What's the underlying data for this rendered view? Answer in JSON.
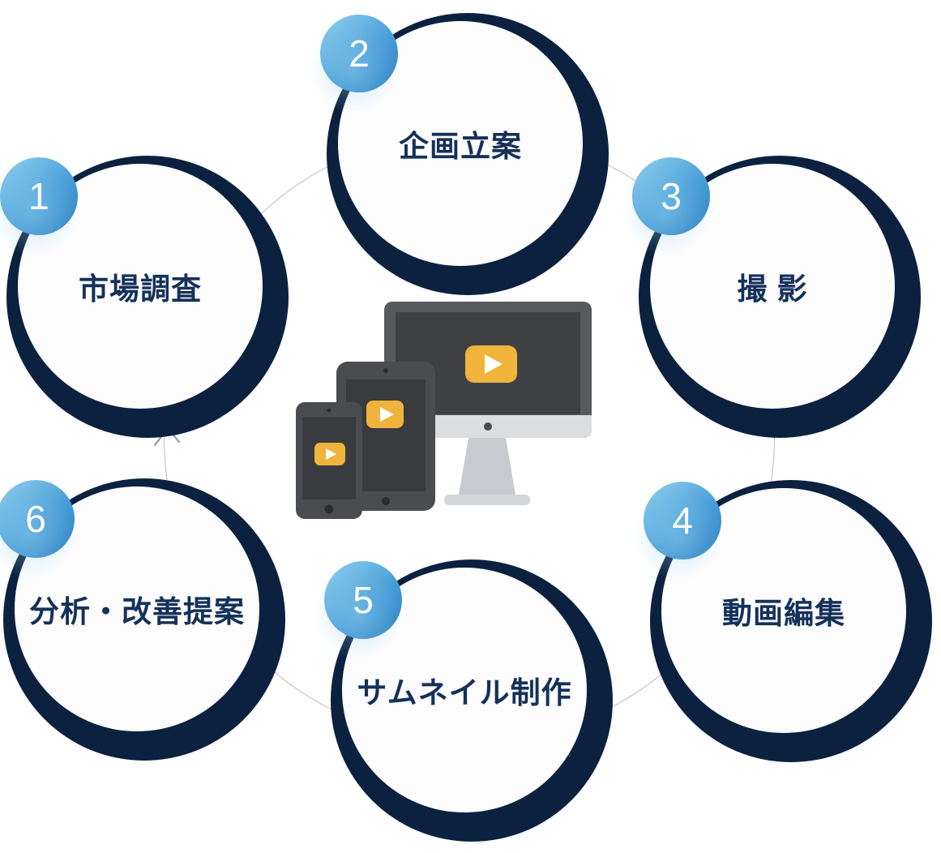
{
  "cycle": {
    "steps": [
      {
        "number": "1",
        "label": "市場調査"
      },
      {
        "number": "2",
        "label": "企画立案"
      },
      {
        "number": "3",
        "label": "撮 影"
      },
      {
        "number": "4",
        "label": "動画編集"
      },
      {
        "number": "5",
        "label": "サムネイル制作"
      },
      {
        "number": "6",
        "label": "分析・改善提案"
      }
    ],
    "flow_direction": "clockwise"
  },
  "center": {
    "devices": [
      "monitor",
      "tablet",
      "smartphone"
    ],
    "icon_on_screens": "video-play-button"
  },
  "colors": {
    "circle_navy": "#0c2140",
    "circle_fill": "#fdfdfe",
    "label_text": "#14315a",
    "badge_blue_light": "#93d2f0",
    "badge_blue_dark": "#2a7dbf",
    "badge_number": "#ffffff",
    "ring_line": "#b6b9bc",
    "device_frame": "#4b4c4f",
    "device_screen": "#3a3b3e",
    "monitor_chin": "#dcdddf",
    "monitor_stand": "#c7cbcf",
    "play_button": "#f0b43c"
  }
}
